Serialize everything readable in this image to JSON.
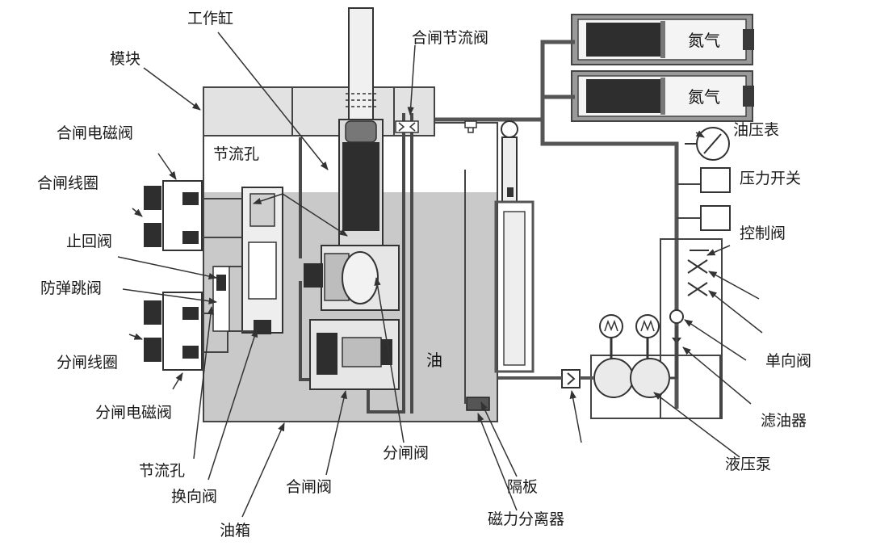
{
  "labels": {
    "work_cylinder": "工作缸",
    "module": "模块",
    "closing_solenoid_valve": "合闸电磁阀",
    "closing_coil": "合闸线圈",
    "check_valve": "止回阀",
    "anti_bounce_valve": "防弹跳阀",
    "opening_coil": "分闸线圈",
    "opening_solenoid_valve": "分闸电磁阀",
    "orifice_lower": "节流孔",
    "reversing_valve": "换向阀",
    "oil_tank": "油箱",
    "closing_valve": "合闸阀",
    "opening_valve": "分闸阀",
    "orifice_upper": "节流孔",
    "closing_throttle_valve": "合闸节流阀",
    "partition": "隔板",
    "magnetic_separator": "磁力分离器",
    "oil": "油",
    "oil_pressure_gauge": "油压表",
    "pressure_switch": "压力开关",
    "control_valve": "控制阀",
    "one_way_valve": "单向阀",
    "oil_filter": "滤油器",
    "hydraulic_pump": "液压泵",
    "nitrogen_top": "氮气",
    "nitrogen_bottom": "氮气"
  },
  "colors": {
    "oil": "#c9c9c9",
    "frame": "#4a4a4a",
    "dark_part": "#2e2e2e",
    "light_part": "#eeeeee"
  }
}
